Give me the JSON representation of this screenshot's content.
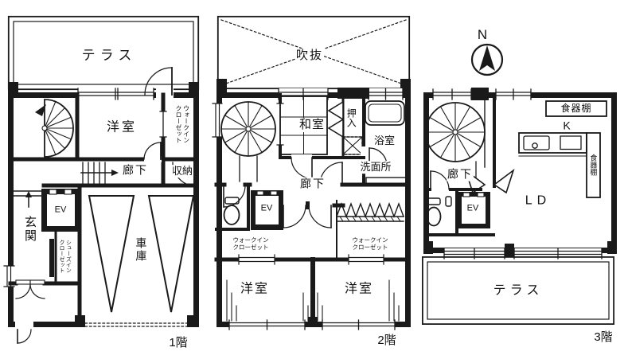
{
  "compass": {
    "north_label": "N"
  },
  "floor1": {
    "floor_label": "1階",
    "rooms": {
      "terrace": "テラス",
      "western_room": "洋室",
      "walk_in_closet": "ウォークイン\nクローゼット",
      "hallway": "廊下",
      "storage": "収納",
      "entrance": "玄関",
      "elevator": "EV",
      "shoes_in_closet": "シューズイン\nクローゼット",
      "garage": "車庫"
    }
  },
  "floor2": {
    "floor_label": "2階",
    "rooms": {
      "atrium_void": "吹抜",
      "japanese_room": "和室",
      "futon_closet": "押入",
      "bathroom": "浴室",
      "washroom": "洗面所",
      "hallway": "廊下",
      "elevator": "EV",
      "walk_in_closet_left": "ウォークイン\nクローゼット",
      "walk_in_closet_right": "ウォークイン\nクローゼット",
      "western_room_left": "洋室",
      "western_room_right": "洋室"
    }
  },
  "floor3": {
    "floor_label": "3階",
    "rooms": {
      "hallway": "廊下",
      "elevator": "EV",
      "living_dining": "LD",
      "kitchen": "K",
      "cupboard_top": "食器棚",
      "cupboard_side": "食器棚",
      "terrace": "テラス"
    }
  }
}
